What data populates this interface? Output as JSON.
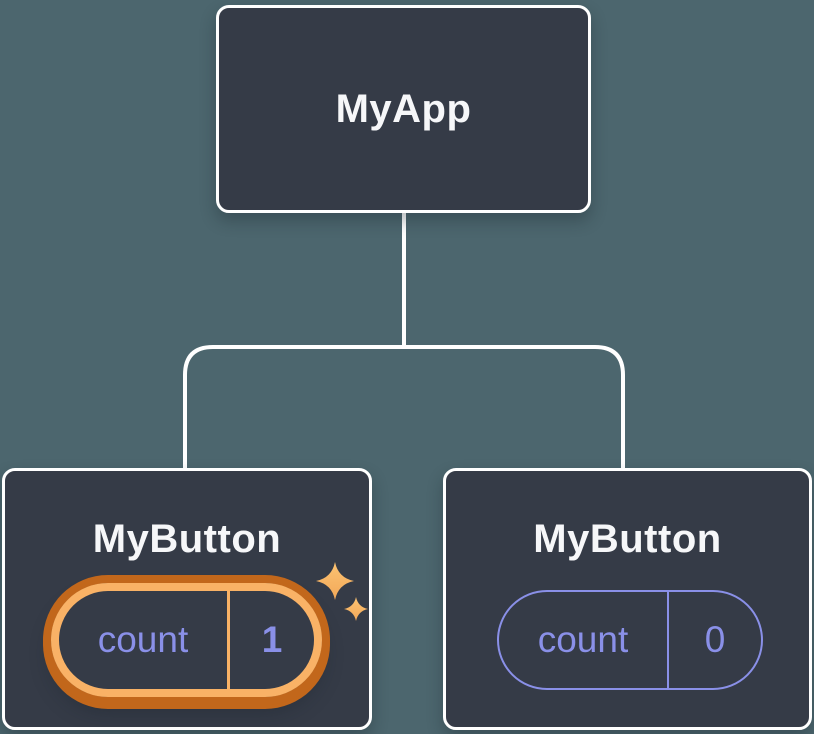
{
  "colors": {
    "background": "#4c666e",
    "box_fill": "#353b47",
    "box_border": "#ffffff",
    "text_light": "#f6f7f9",
    "accent_purple": "#8a90e8",
    "accent_orange_light": "#f9b266",
    "accent_orange_dark": "#c2671b"
  },
  "diagram": {
    "type": "component-tree",
    "root": {
      "label": "MyApp"
    },
    "children": [
      {
        "label": "MyButton",
        "state": {
          "name": "count",
          "value": "1"
        },
        "highlighted": true
      },
      {
        "label": "MyButton",
        "state": {
          "name": "count",
          "value": "0"
        },
        "highlighted": false
      }
    ]
  }
}
